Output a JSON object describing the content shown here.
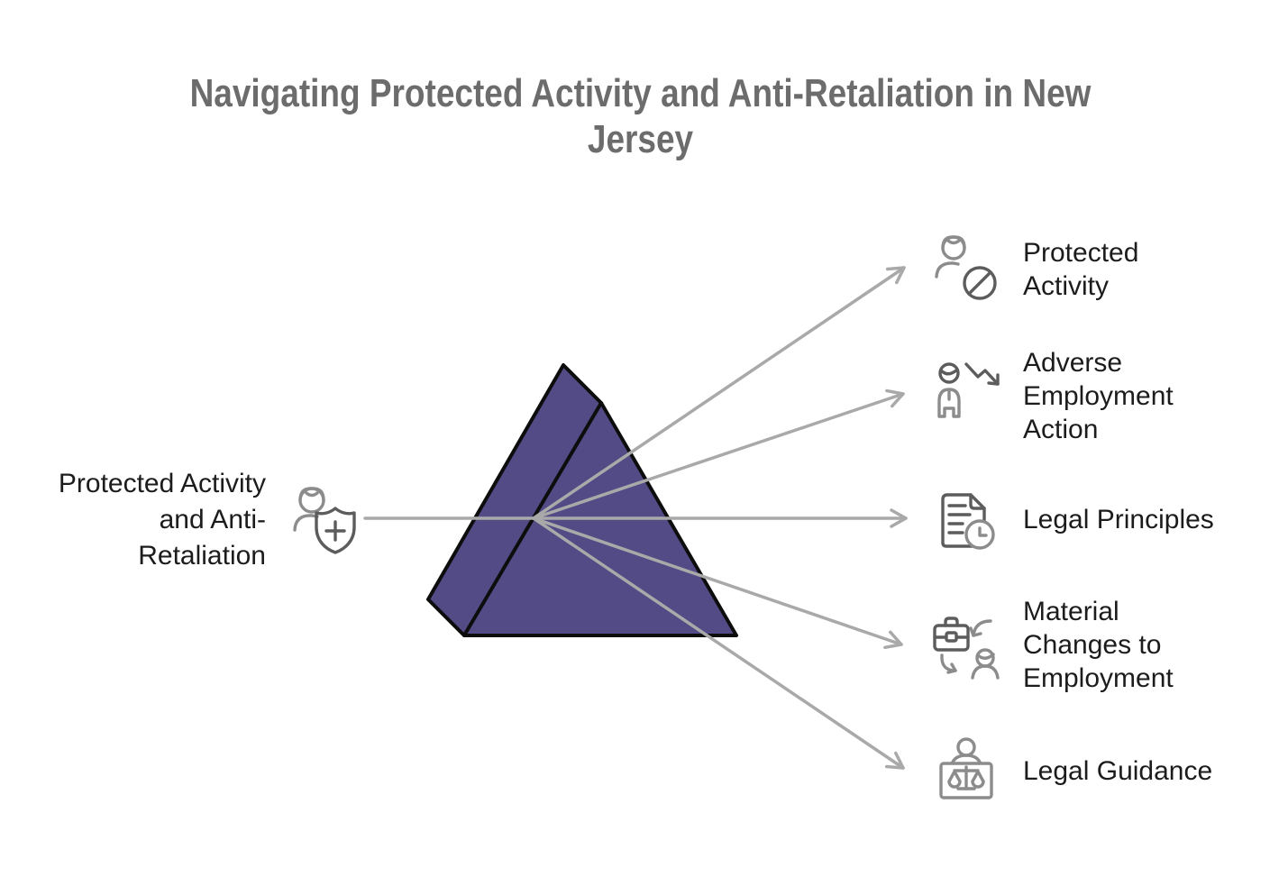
{
  "title": "Navigating Protected Activity and Anti-Retaliation in New Jersey",
  "source": {
    "label": "Protected Activity and Anti-Retaliation",
    "icon": "person-shield-plus-icon"
  },
  "branches": [
    {
      "label": "Protected Activity",
      "icon": "person-prohibition-icon"
    },
    {
      "label": "Adverse Employment Action",
      "icon": "person-decline-arrow-icon"
    },
    {
      "label": "Legal Principles",
      "icon": "document-clock-icon"
    },
    {
      "label": "Material Changes to Employment",
      "icon": "briefcase-exchange-person-icon"
    },
    {
      "label": "Legal Guidance",
      "icon": "person-justice-scales-icon"
    }
  ],
  "colors": {
    "background": "#FFFFFF",
    "title_color": "#6C6C6C",
    "text_color": "#1C1C1C",
    "arrow_color": "#A9A9A9",
    "prism_fill": "#524B86",
    "prism_stroke": "#0D0D0D",
    "icon_dark": "#5C5C5C",
    "icon_light": "#8C8C8C"
  }
}
